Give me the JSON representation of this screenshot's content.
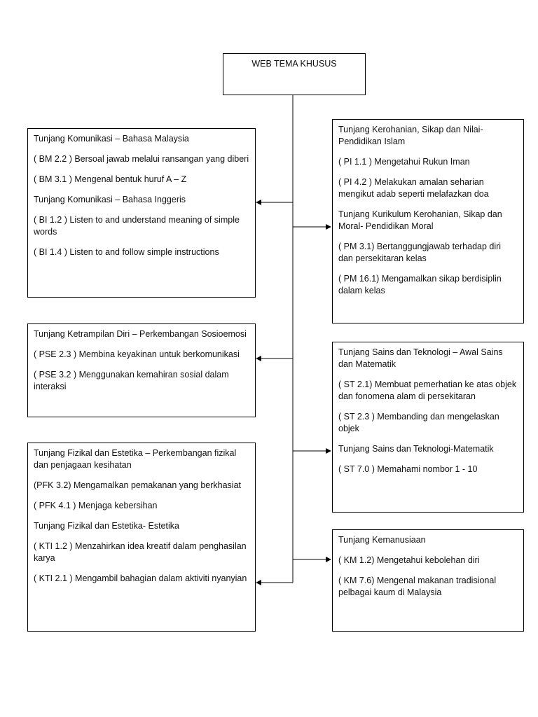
{
  "title": "WEB TEMA KHUSUS",
  "left_boxes": [
    {
      "lines": [
        "Tunjang Komunikasi – Bahasa Malaysia",
        "( BM 2.2 ) Bersoal jawab melalui ransangan yang diberi",
        "(  BM 3.1 ) Mengenal bentuk huruf A – Z",
        "Tunjang Komunikasi – Bahasa Inggeris",
        "( BI 1.2 ) Listen to and understand meaning of simple words",
        "( BI 1.4 ) Listen to and follow simple instructions"
      ]
    },
    {
      "lines": [
        "Tunjang Ketrampilan Diri – Perkembangan Sosioemosi",
        "( PSE 2.3 ) Membina keyakinan untuk berkomunikasi",
        "( PSE 3.2 ) Menggunakan kemahiran sosial dalam interaksi"
      ]
    },
    {
      "lines": [
        "Tunjang Fizikal dan Estetika – Perkembangan fizikal dan penjagaan kesihatan",
        "(PFK 3.2) Mengamalkan pemakanan yang berkhasiat",
        "( PFK 4.1 ) Menjaga kebersihan",
        "Tunjang Fizikal dan Estetika- Estetika",
        "( KTI 1.2 ) Menzahirkan idea kreatif dalam penghasilan karya",
        "( KTI 2.1 ) Mengambil bahagian dalam aktiviti nyanyian"
      ]
    }
  ],
  "right_boxes": [
    {
      "lines": [
        "Tunjang Kerohanian, Sikap dan Nilai- Pendidikan Islam",
        "( PI 1.1 ) Mengetahui Rukun Iman",
        "( PI 4.2 ) Melakukan amalan seharian mengikut adab seperti melafazkan doa",
        "Tunjang Kurikulum Kerohanian, Sikap dan Moral- Pendidikan Moral",
        "( PM 3.1) Bertanggungjawab terhadap diri dan persekitaran kelas",
        "( PM 16.1) Mengamalkan sikap berdisiplin dalam kelas"
      ]
    },
    {
      "lines": [
        "Tunjang Sains dan Teknologi – Awal Sains dan Matematik",
        "( ST 2.1) Membuat pemerhatian ke atas objek dan fonomena alam di persekitaran",
        "( ST 2.3 ) Membanding dan mengelaskan objek",
        "Tunjang Sains dan Teknologi-Matematik",
        "( ST 7.0 ) Memahami nombor 1 - 10"
      ]
    },
    {
      "lines": [
        "Tunjang Kemanusiaan",
        "( KM 1.2) Mengetahui kebolehan diri",
        "( KM 7.6) Mengenal makanan tradisional pelbagai kaum di Malaysia"
      ]
    }
  ]
}
